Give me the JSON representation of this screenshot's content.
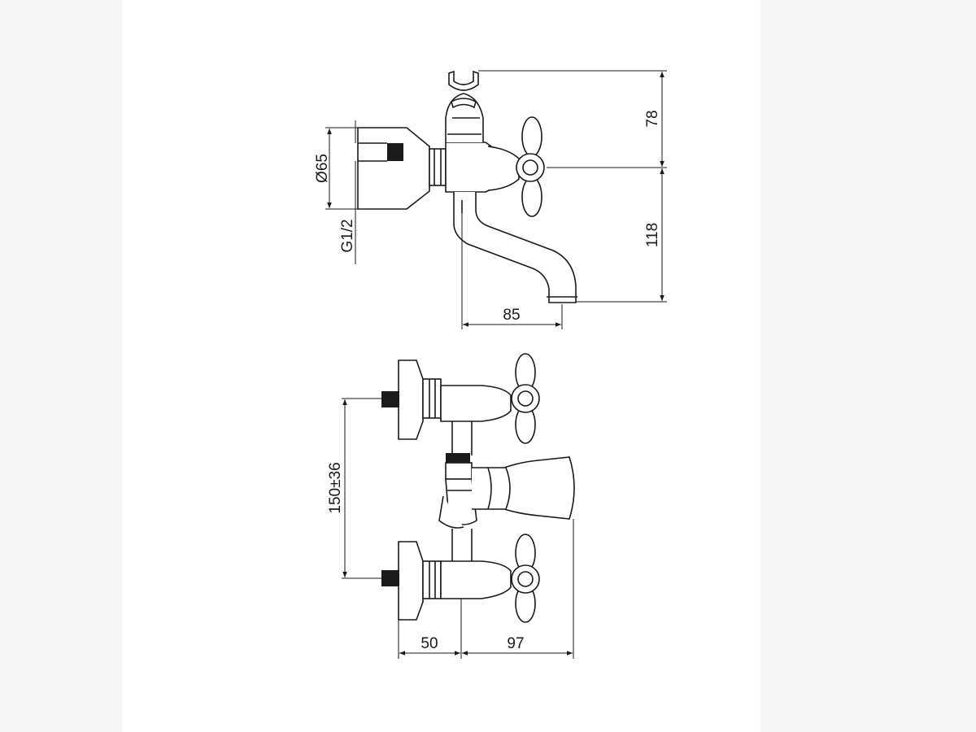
{
  "colors": {
    "line": "#1a1a1a",
    "background": "#ffffff",
    "side_band": "#f7f7f7"
  },
  "side_view": {
    "dimensions": {
      "diameter": "Ø65",
      "thread": "G1/2",
      "height_top": "78",
      "height_spout": "118",
      "spout_reach": "85"
    }
  },
  "top_view": {
    "dimensions": {
      "center_distance": "150±36",
      "wall_offset": "50",
      "spout_depth": "97"
    }
  }
}
